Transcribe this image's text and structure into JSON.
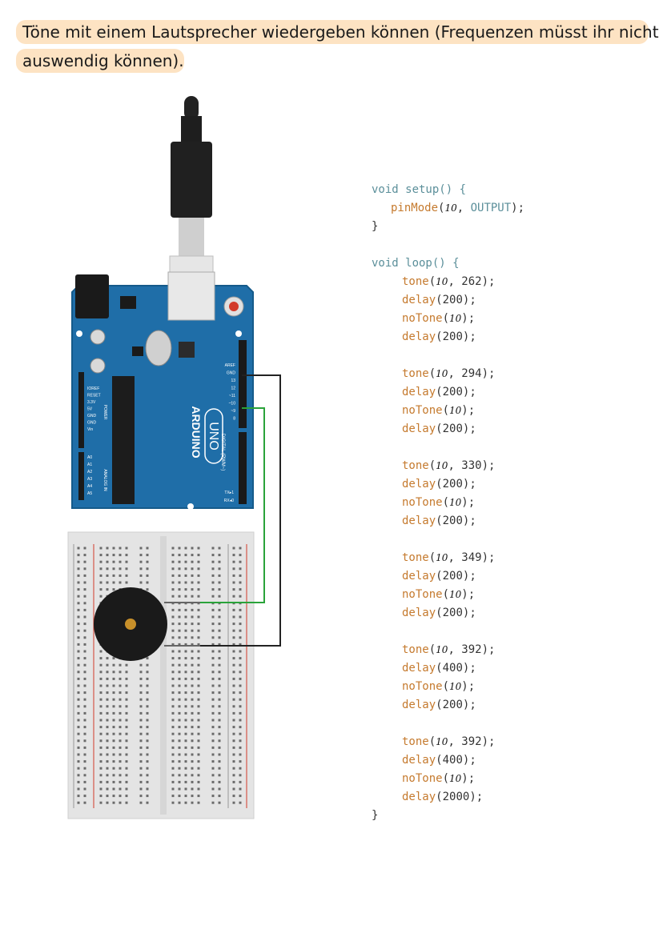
{
  "instruction": {
    "line1": "Töne mit einem Lautsprecher wiedergeben können (Frequenzen müsst ihr nicht",
    "line2": "auswendig können)."
  },
  "board": {
    "brand": "ARDUINO",
    "model": "UNO",
    "digital_label": "DIGITAL (PWM~)",
    "power_label": "POWER",
    "analog_label": "ANALOG IN",
    "header_pins": [
      "AREF",
      "GND",
      "13",
      "12",
      "~11",
      "~10",
      "~9",
      "8"
    ],
    "power_pins": [
      "IOREF",
      "RESET",
      "3.3V",
      "5V",
      "GND",
      "GND",
      "Vin"
    ],
    "analog_pins": [
      "A0",
      "A1",
      "A2",
      "A3",
      "A4",
      "A5"
    ],
    "tx_label": "TX▸1",
    "rx_label": "RX◂0"
  },
  "code": {
    "setup_open": "void setup() {",
    "pinmode_fn": "pinMode",
    "pinmode_pin": "10",
    "pinmode_mode": "OUTPUT",
    "close": "}",
    "loop_open": "void loop() {",
    "pin": "10",
    "blocks": [
      {
        "freq": "262",
        "d1": "200",
        "d2": "200"
      },
      {
        "freq": "294",
        "d1": "200",
        "d2": "200"
      },
      {
        "freq": "330",
        "d1": "200",
        "d2": "200"
      },
      {
        "freq": "349",
        "d1": "200",
        "d2": "200"
      },
      {
        "freq": "392",
        "d1": "400",
        "d2": "200"
      },
      {
        "freq": "392",
        "d1": "400",
        "d2": "2000"
      }
    ]
  },
  "colors": {
    "highlight": "#fde3c3",
    "board_blue": "#1f6ea8",
    "wire_black": "#222222",
    "wire_green": "#2aa33a",
    "buzzer": "#1a1a1a",
    "keyword": "#5b8f9a",
    "function": "#c57a2e"
  }
}
